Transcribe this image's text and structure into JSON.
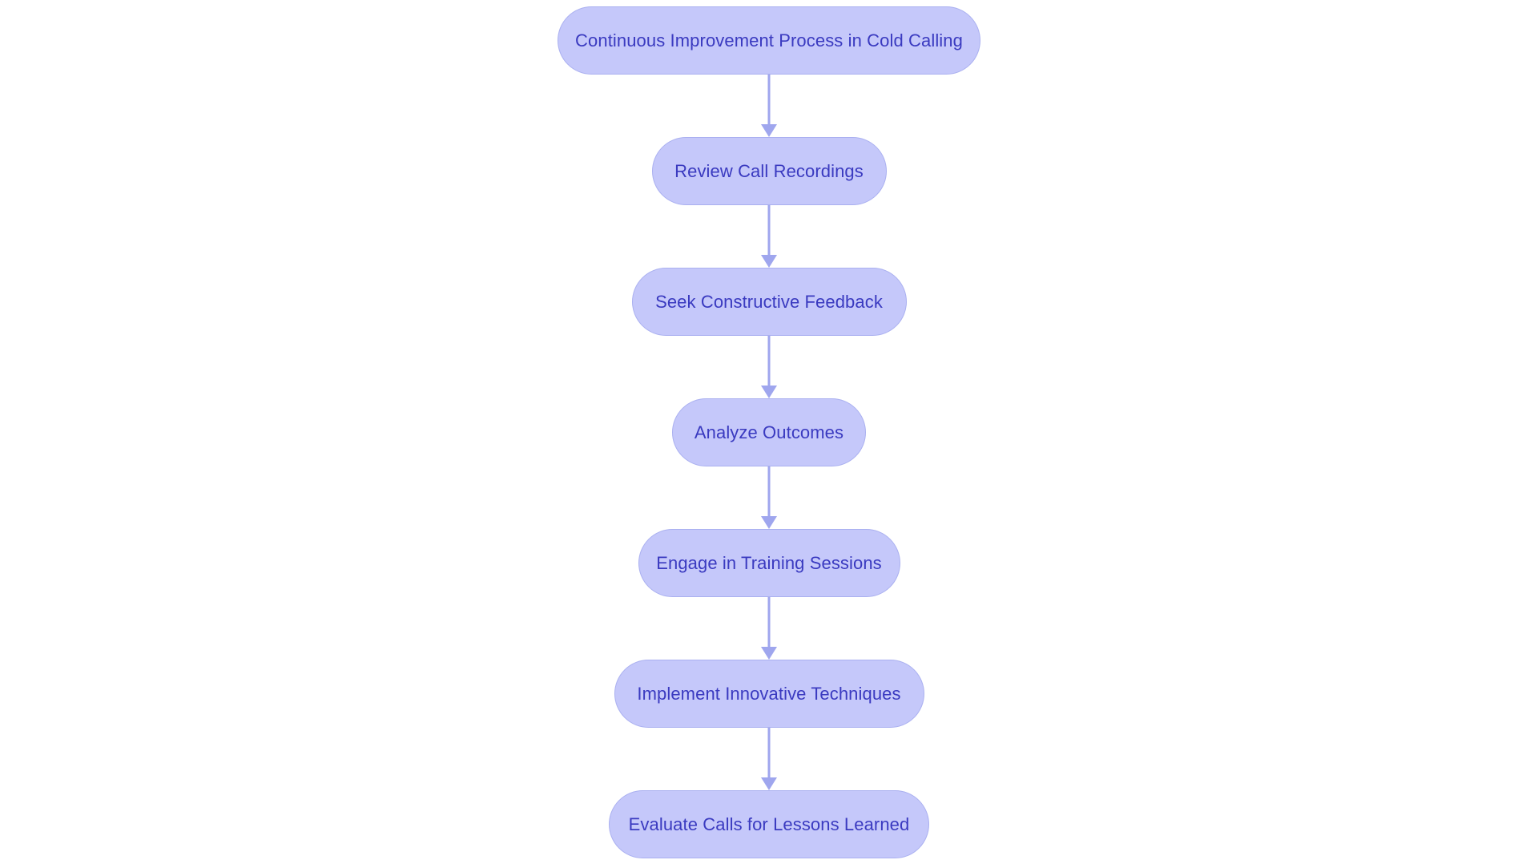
{
  "chart_data": {
    "type": "diagram",
    "diagram_type": "flowchart",
    "orientation": "top-to-bottom",
    "title": "Continuous Improvement Process in Cold Calling",
    "node_count": 7,
    "edge_count": 6,
    "nodes": [
      {
        "id": "n0",
        "label": "Continuous Improvement Process in Cold Calling",
        "shape": "stadium",
        "order": 1
      },
      {
        "id": "n1",
        "label": "Review Call Recordings",
        "shape": "stadium",
        "order": 2
      },
      {
        "id": "n2",
        "label": "Seek Constructive Feedback",
        "shape": "stadium",
        "order": 3
      },
      {
        "id": "n3",
        "label": "Analyze Outcomes",
        "shape": "stadium",
        "order": 4
      },
      {
        "id": "n4",
        "label": "Engage in Training Sessions",
        "shape": "stadium",
        "order": 5
      },
      {
        "id": "n5",
        "label": "Implement Innovative Techniques",
        "shape": "stadium",
        "order": 6
      },
      {
        "id": "n6",
        "label": "Evaluate Calls for Lessons Learned",
        "shape": "stadium",
        "order": 7
      }
    ],
    "edges": [
      {
        "from": "n0",
        "to": "n1",
        "label": "",
        "arrow": "down-arrow"
      },
      {
        "from": "n1",
        "to": "n2",
        "label": "",
        "arrow": "down-arrow"
      },
      {
        "from": "n2",
        "to": "n3",
        "label": "",
        "arrow": "down-arrow"
      },
      {
        "from": "n3",
        "to": "n4",
        "label": "",
        "arrow": "down-arrow"
      },
      {
        "from": "n4",
        "to": "n5",
        "label": "",
        "arrow": "down-arrow"
      },
      {
        "from": "n5",
        "to": "n6",
        "label": "",
        "arrow": "down-arrow"
      }
    ],
    "colors": {
      "background": "#ffffff",
      "node_fill": "#c5c8fa",
      "node_border": "#aab0f0",
      "node_text": "#3a3ac0",
      "edge": "#9fa6ee"
    }
  }
}
